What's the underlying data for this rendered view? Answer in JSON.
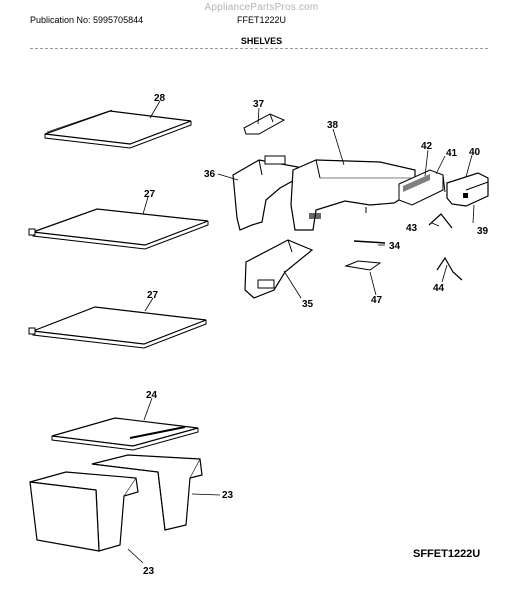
{
  "header": {
    "watermark": "AppliancePartsPros.com",
    "publication": "Publication No: 5995705844",
    "model": "FFET1222U",
    "section_title": "SHELVES"
  },
  "footer": {
    "diagram_code": "SFFET1222U"
  },
  "callouts": {
    "c28": "28",
    "c27a": "27",
    "c27b": "27",
    "c24": "24",
    "c23a": "23",
    "c23b": "23",
    "c37": "37",
    "c38": "38",
    "c36": "36",
    "c42": "42",
    "c41": "41",
    "c40": "40",
    "c43": "43",
    "c39": "39",
    "c34": "34",
    "c35": "35",
    "c47": "47",
    "c44": "44"
  }
}
